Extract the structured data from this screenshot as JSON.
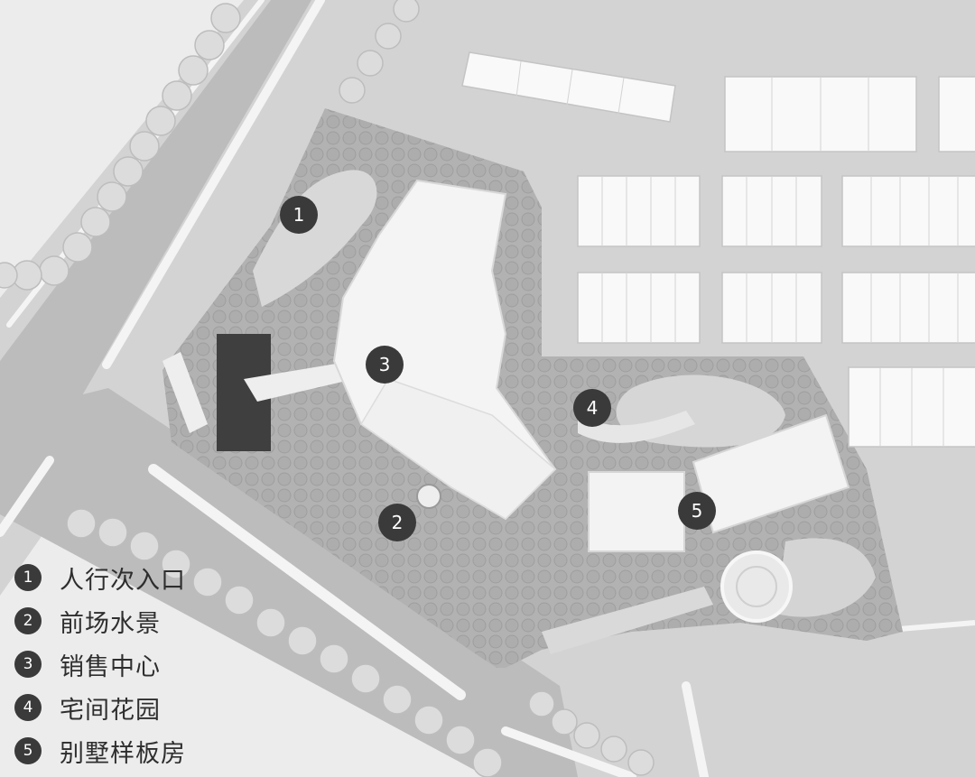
{
  "colors": {
    "background": "#d2d2d2",
    "road": "#bdbdbd",
    "road_edge": "#f2f2f2",
    "building": "#f7f7f7",
    "landscape": "#b4b4b4",
    "tree": "#e3e3e3",
    "marker": "#3a3a3a"
  },
  "markers": [
    {
      "num": "1"
    },
    {
      "num": "2"
    },
    {
      "num": "3"
    },
    {
      "num": "4"
    },
    {
      "num": "5"
    }
  ],
  "legend": [
    {
      "num": "1",
      "label": "人行次入口"
    },
    {
      "num": "2",
      "label": "前场水景"
    },
    {
      "num": "3",
      "label": "销售中心"
    },
    {
      "num": "4",
      "label": "宅间花园"
    },
    {
      "num": "5",
      "label": "别墅样板房"
    }
  ]
}
